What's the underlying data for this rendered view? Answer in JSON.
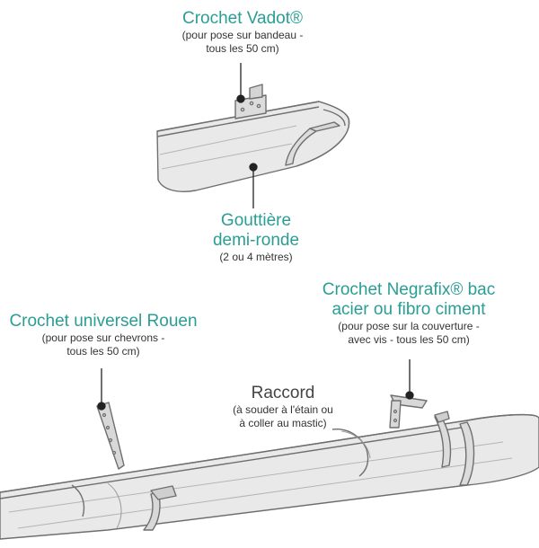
{
  "colors": {
    "accent": "#2a9d95",
    "text": "#333333",
    "outline": "#6f6f6f",
    "fill": "#e9e9e9"
  },
  "labels": {
    "vadot": {
      "title": "Crochet Vadot®",
      "sub1": "(pour pose sur bandeau -",
      "sub2": "tous les 50 cm)"
    },
    "gouttiere": {
      "title1": "Gouttière",
      "title2": "demi-ronde",
      "sub": "(2 ou 4 mètres)"
    },
    "rouen": {
      "title": "Crochet universel Rouen",
      "sub1": "(pour pose sur chevrons -",
      "sub2": "tous les 50 cm)"
    },
    "negrafix": {
      "title1": "Crochet Negrafix® bac",
      "title2": "acier ou fibro ciment",
      "sub1": "(pour pose sur la couverture -",
      "sub2": "avec vis - tous les 50 cm)"
    },
    "raccord": {
      "title": "Raccord",
      "sub1": "(à souder à l'étain ou",
      "sub2": "à coller au mastic)"
    }
  }
}
